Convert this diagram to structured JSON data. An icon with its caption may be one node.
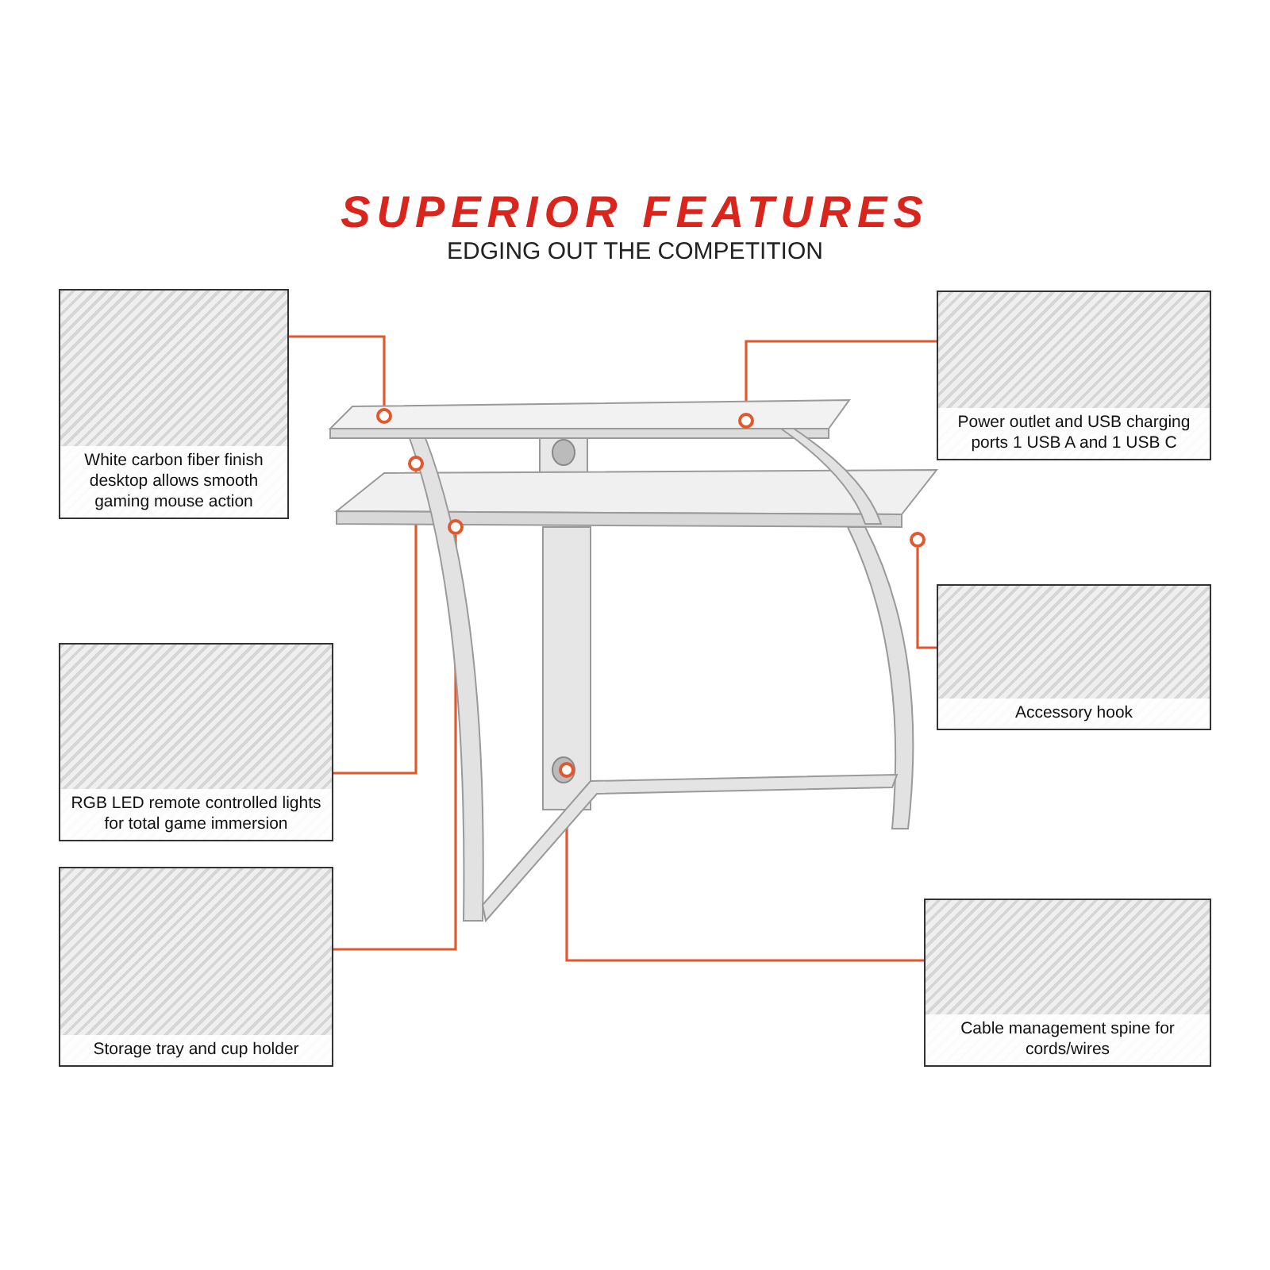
{
  "diagram": {
    "title": "SUPERIOR FEATURES",
    "nodes": [
      {
        "text": [],
        "shape": "picture"
      },
      {
        "text": [
          "White carbon fiber finish desktop allows smooth gaming mouse action"
        ]
      },
      {
        "text": [
          "Power outlet and USB charging ports 1 USB A and 1 USB C"
        ]
      },
      {
        "text": [
          "Accessory hook"
        ]
      },
      {
        "text": [
          "RGB LED remote controlled lights for total game immersion"
        ]
      },
      {
        "text": [
          "Storage tray and cup holder"
        ]
      },
      {
        "text": [
          "Cable management spine for cords/wires"
        ]
      },
      {
        "text": [],
        "shape": "circle",
        "in": 0
      },
      {
        "text": [],
        "shape": "circle",
        "in": 0
      },
      {
        "text": [],
        "shape": "circle",
        "in": 0
      },
      {
        "text": [],
        "shape": "circle",
        "in": 0
      },
      {
        "text": [],
        "shape": "circle",
        "in": 0
      },
      {
        "text": [],
        "shape": "circle",
        "in": 0
      }
    ],
    "edges": [
      {
        "from": 1,
        "to": 7,
        "arrow": "none"
      },
      {
        "from": 2,
        "to": 8,
        "arrow": "none"
      },
      {
        "from": 3,
        "to": 9,
        "arrow": "none"
      },
      {
        "from": 4,
        "to": 10,
        "arrow": "none"
      },
      {
        "from": 5,
        "to": 11,
        "arrow": "none"
      },
      {
        "from": 6,
        "to": 12,
        "arrow": "none"
      }
    ],
    "labels": [
      "EDGING OUT THE COMPETITION"
    ]
  }
}
